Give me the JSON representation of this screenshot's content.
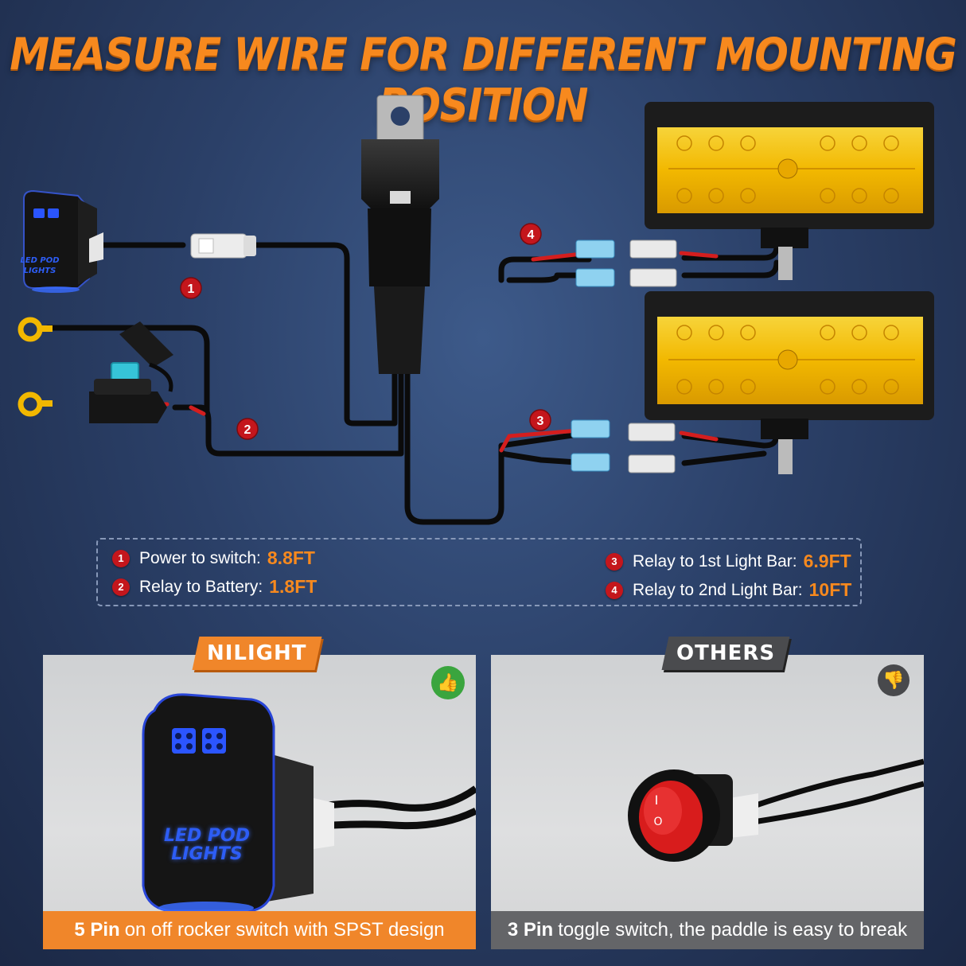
{
  "headline": "MEASURE WIRE FOR DIFFERENT MOUNTING POSITION",
  "switch_label": {
    "line1": "LED POD",
    "line2": "LIGHTS"
  },
  "markers": [
    "1",
    "2",
    "3",
    "4"
  ],
  "legend": [
    {
      "num": "1",
      "label": "Power to switch:",
      "value": "8.8FT"
    },
    {
      "num": "2",
      "label": "Relay to Battery:",
      "value": "1.8FT"
    },
    {
      "num": "3",
      "label": "Relay to 1st Light Bar:",
      "value": "6.9FT"
    },
    {
      "num": "4",
      "label": "Relay to 2nd Light Bar:",
      "value": "10FT"
    }
  ],
  "left_panel": {
    "tag": "NILIGHT",
    "icon": "thumbs-up-icon",
    "switch_text": {
      "line1": "LED POD",
      "line2": "LIGHTS"
    },
    "caption_bold": "5 Pin",
    "caption_rest": "on off rocker switch with SPST design"
  },
  "right_panel": {
    "tag": "OTHERS",
    "icon": "thumbs-down-icon",
    "toggle_marks": {
      "on": "I",
      "off": "O"
    },
    "caption_bold": "3 Pin",
    "caption_rest": "toggle switch, the paddle is easy to break"
  },
  "colors": {
    "accent": "#f7891e",
    "marker": "#c4161c",
    "good": "#3aa53e",
    "amber": "#f2c200",
    "switch_glow": "#2d5df5"
  }
}
